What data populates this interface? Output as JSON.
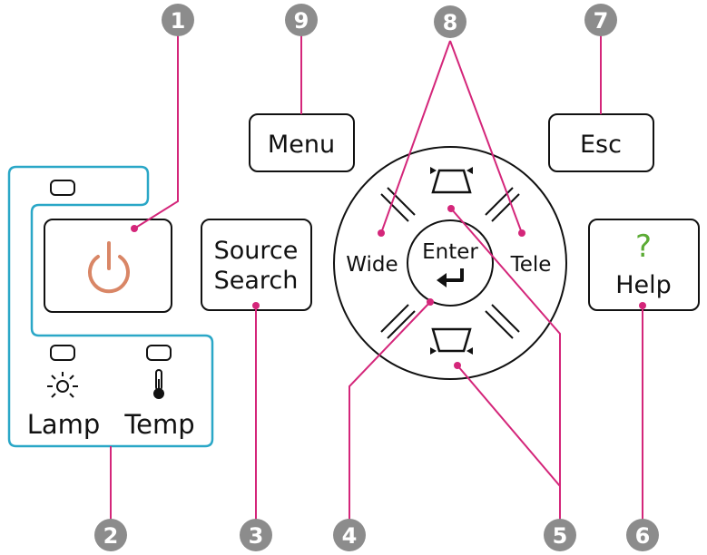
{
  "colors": {
    "callout_badge": "#8c8c8c",
    "leader_line": "#d4267a",
    "indicator_border": "#2aa7c7",
    "power_symbol": "#d98666",
    "help_question": "#5cab35",
    "outline": "#111111"
  },
  "callouts": [
    "1",
    "2",
    "3",
    "4",
    "5",
    "6",
    "7",
    "8",
    "9"
  ],
  "buttons": {
    "menu": "Menu",
    "esc": "Esc",
    "source_line1": "Source",
    "source_line2": "Search",
    "help": "Help",
    "help_mark": "?",
    "wide": "Wide",
    "tele": "Tele",
    "enter": "Enter"
  },
  "indicators": {
    "lamp": "Lamp",
    "temp": "Temp"
  },
  "icons": {
    "power": "power-icon",
    "lamp": "lamp-icon",
    "temp": "thermometer-icon",
    "enter": "enter-arrow-icon",
    "keystone_up": "keystone-up-icon",
    "keystone_down": "keystone-down-icon"
  }
}
